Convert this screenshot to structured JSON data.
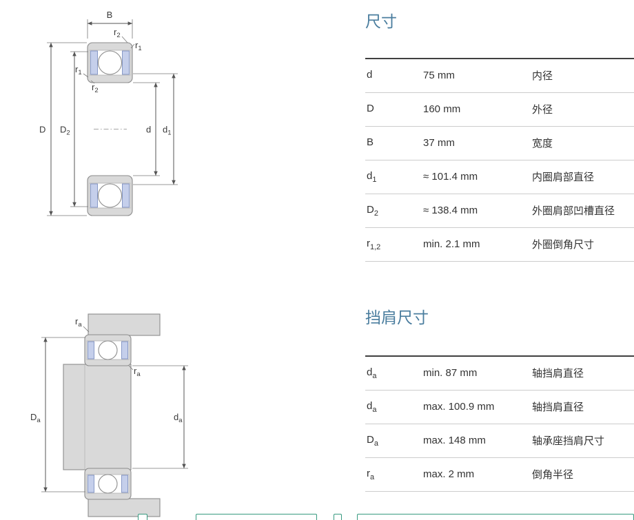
{
  "colors": {
    "heading": "#4a7d9e",
    "metal": "#d9d9d9",
    "seal": "#c5cfeb",
    "line-dark": "#555555",
    "rule-dark": "#3f3f3f",
    "rule-light": "#cccccc",
    "footer-accent": "#35997f"
  },
  "dim_table": {
    "title": "尺寸",
    "rows": [
      {
        "base": "d",
        "sub": "",
        "value": "75 mm",
        "desc": "内径"
      },
      {
        "base": "D",
        "sub": "",
        "value": "160 mm",
        "desc": "外径"
      },
      {
        "base": "B",
        "sub": "",
        "value": "37 mm",
        "desc": "宽度"
      },
      {
        "base": "d",
        "sub": "1",
        "value": "≈ 101.4 mm",
        "desc": "内圈肩部直径"
      },
      {
        "base": "D",
        "sub": "2",
        "value": "≈ 138.4 mm",
        "desc": "外圈肩部凹槽直径"
      },
      {
        "base": "r",
        "sub": "1,2",
        "value": "min. 2.1 mm",
        "desc": "外圈倒角尺寸"
      }
    ]
  },
  "abut_table": {
    "title": "挡肩尺寸",
    "rows": [
      {
        "base": "d",
        "sub": "a",
        "value": "min. 87 mm",
        "desc": "轴挡肩直径"
      },
      {
        "base": "d",
        "sub": "a",
        "value": "max. 100.9 mm",
        "desc": "轴挡肩直径"
      },
      {
        "base": "D",
        "sub": "a",
        "value": "max. 148 mm",
        "desc": "轴承座挡肩尺寸"
      },
      {
        "base": "r",
        "sub": "a",
        "value": "max. 2 mm",
        "desc": "倒角半径"
      }
    ]
  },
  "drawing_top": {
    "B": "B",
    "r2_top": {
      "b": "r",
      "s": "2"
    },
    "r1_right": {
      "b": "r",
      "s": "1"
    },
    "r1_left": {
      "b": "r",
      "s": "1"
    },
    "r2_left": {
      "b": "r",
      "s": "2"
    },
    "D": "D",
    "D2": {
      "b": "D",
      "s": "2"
    },
    "d": "d",
    "d1": {
      "b": "d",
      "s": "1"
    }
  },
  "drawing_bottom": {
    "ra_top": {
      "b": "r",
      "s": "a"
    },
    "ra_mid": {
      "b": "r",
      "s": "a"
    },
    "Da": {
      "b": "D",
      "s": "a"
    },
    "da": {
      "b": "d",
      "s": "a"
    }
  }
}
